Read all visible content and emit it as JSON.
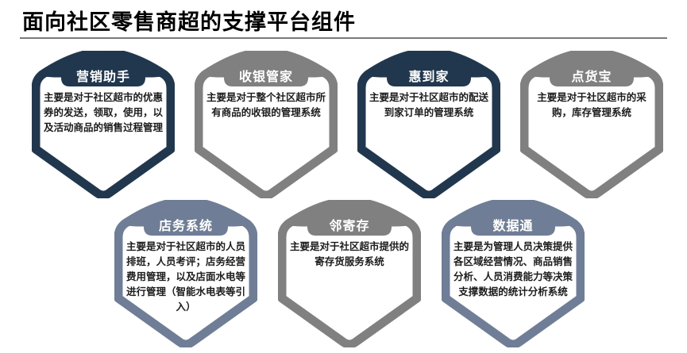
{
  "slide": {
    "title": "面向社区零售商超的支撑平台组件"
  },
  "colors": {
    "navy": "#21374E",
    "gray": "#808080",
    "slate": "#6F7E96",
    "band_text": "#FFFFFF",
    "desc_text": "#1C1C1C",
    "title_text": "#000000",
    "rule": "#7A7A7A"
  },
  "badges": [
    {
      "label": "营销助手",
      "color": "navy",
      "description": "主要是对于社区超市的优惠券的发送，领取，使用，以及活动商品的销售过程管理"
    },
    {
      "label": "收银管家",
      "color": "gray",
      "description": "主要是对于整个社区超市所有商品的收银的管理系统"
    },
    {
      "label": "惠到家",
      "color": "navy",
      "description": "主要是对于社区超市的配送到家订单的管理系统"
    },
    {
      "label": "点货宝",
      "color": "gray",
      "description": "主要是对于社区超市的采购，库存管理系统"
    },
    {
      "label": "店务系统",
      "color": "slate",
      "description": "主要是对于社区超市的人员排班，人员考评；店务经营费用管理，以及店面水电等进行管理（智能水电表等引入）"
    },
    {
      "label": "邻寄存",
      "color": "gray",
      "description": "主要是对于社区超市提供的寄存货服务系统"
    },
    {
      "label": "数据通",
      "color": "slate",
      "description": "主要是为管理人员决策提供各区域经营情况、商品销售分析、人员消费能力等决策支撑数据的统计分析系统"
    }
  ]
}
